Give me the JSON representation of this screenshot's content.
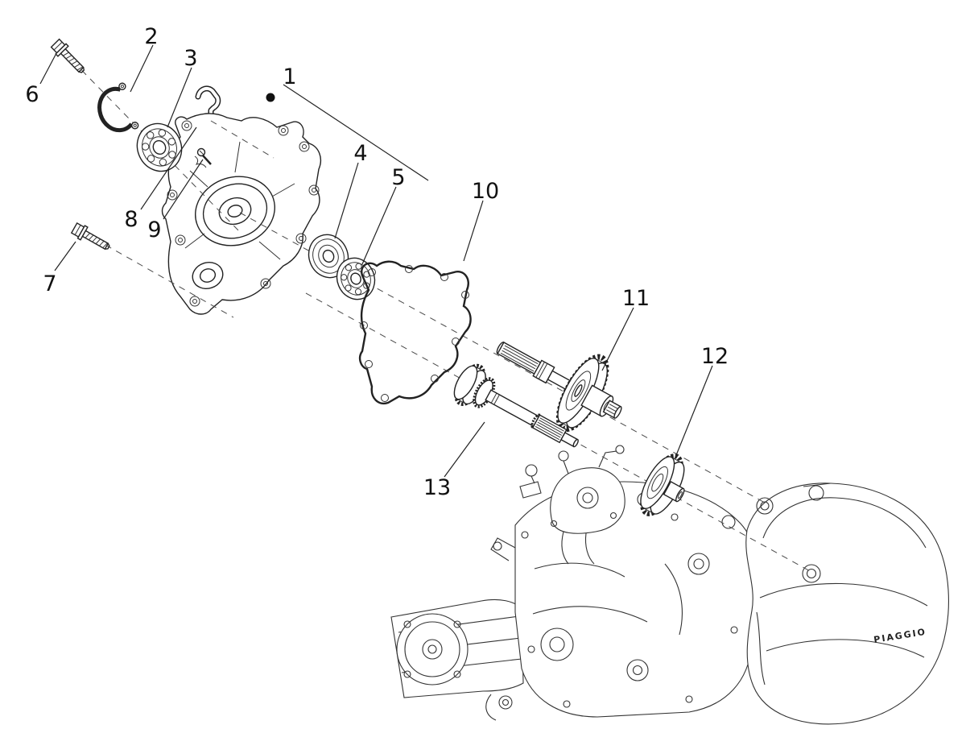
{
  "diagram": {
    "figure_type": "exploded-parts-diagram",
    "background_color": "#ffffff",
    "line_color": "#222222",
    "brand_text": "PIAGGIO",
    "callouts": [
      {
        "label": "1"
      },
      {
        "label": "2"
      },
      {
        "label": "3"
      },
      {
        "label": "4"
      },
      {
        "label": "5"
      },
      {
        "label": "6"
      },
      {
        "label": "7"
      },
      {
        "label": "8"
      },
      {
        "label": "9"
      },
      {
        "label": "10"
      },
      {
        "label": "11"
      },
      {
        "label": "12"
      },
      {
        "label": "13"
      }
    ]
  }
}
